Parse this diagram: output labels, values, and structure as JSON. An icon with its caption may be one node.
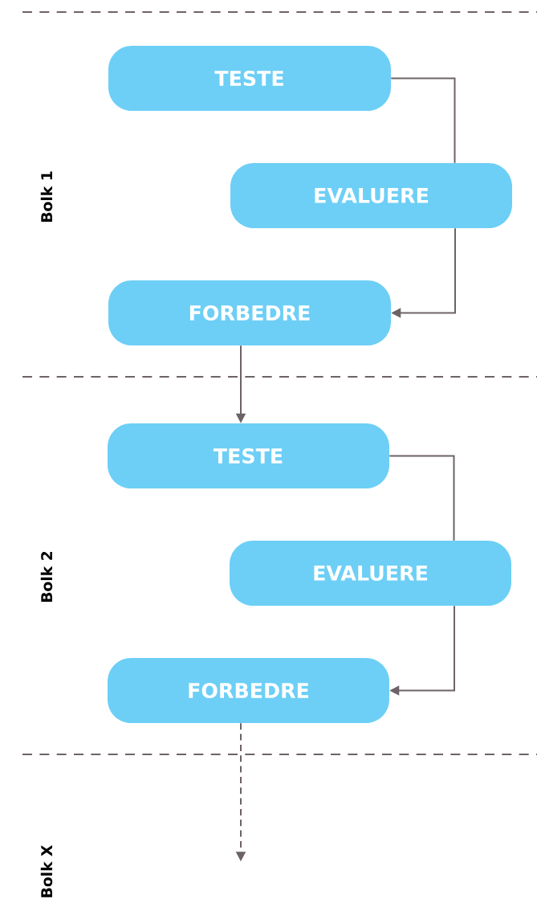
{
  "diagram": {
    "nodes": [
      {
        "text": [
          "TESTE"
        ]
      },
      {
        "text": [
          "EVALUERE"
        ]
      },
      {
        "text": [
          "FORBEDRE"
        ]
      },
      {
        "text": [
          "TESTE"
        ]
      },
      {
        "text": [
          "EVALUERE"
        ]
      },
      {
        "text": [
          "FORBEDRE"
        ]
      }
    ],
    "edges": [
      {
        "from": 0,
        "to": 1,
        "arrow": "none"
      },
      {
        "from": 1,
        "to": 2,
        "arrow": "to"
      },
      {
        "from": 2,
        "to": 3,
        "arrow": "to"
      },
      {
        "from": 3,
        "to": 4,
        "arrow": "none"
      },
      {
        "from": 4,
        "to": 5,
        "arrow": "to"
      },
      {
        "from": 5,
        "to": null,
        "arrow": "to",
        "style": "dashed"
      }
    ],
    "labels": [
      "Bolk 1",
      "Bolk 2",
      "Bolk X"
    ]
  }
}
